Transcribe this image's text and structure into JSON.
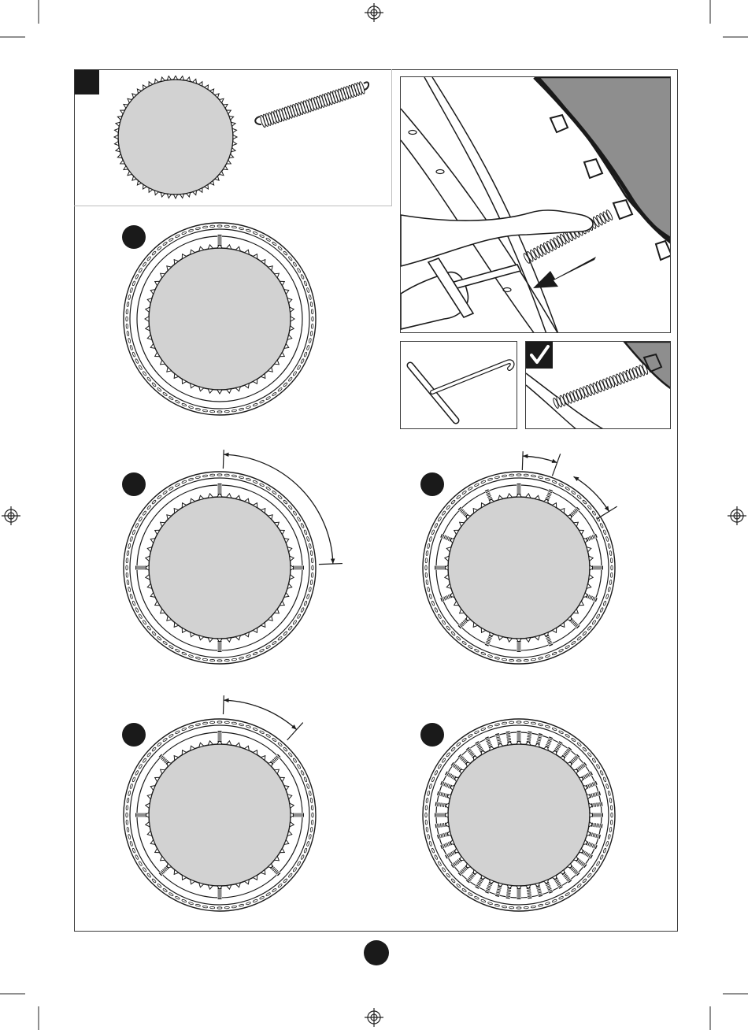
{
  "steps": [
    {
      "id": "parts",
      "caption": ""
    },
    {
      "id": "step-1",
      "caption": ""
    },
    {
      "id": "step-2",
      "caption": ""
    },
    {
      "id": "step-3",
      "caption": ""
    },
    {
      "id": "step-4",
      "caption": ""
    },
    {
      "id": "step-5",
      "caption": ""
    }
  ],
  "icons": {
    "check": "check-mark-icon",
    "registration": "registration-mark-icon",
    "arrow": "direction-arrow-icon"
  },
  "colors": {
    "mat": "#d2d2d2",
    "mat_dark": "#8e8e8e",
    "ink": "#1a1a1a",
    "frame": "#3a3a3a"
  },
  "page_number": ""
}
